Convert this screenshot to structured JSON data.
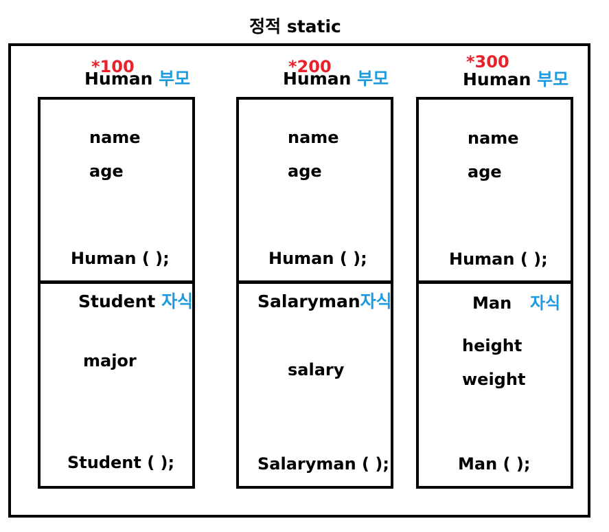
{
  "title": "정적 static",
  "colors": {
    "address": "#e8212a",
    "role": "#1d9be0",
    "line": "#000000"
  },
  "classes": [
    {
      "address": "*100",
      "parent_name": "Human",
      "parent_role": "부모",
      "parent_fields": [
        "name",
        "age"
      ],
      "parent_constructor": "Human ( );",
      "child_name": "Student",
      "child_role": "자식",
      "child_fields": [
        "major"
      ],
      "child_constructor": "Student ( );"
    },
    {
      "address": "*200",
      "parent_name": "Human",
      "parent_role": "부모",
      "parent_fields": [
        "name",
        "age"
      ],
      "parent_constructor": "Human ( );",
      "child_name": "Salaryman",
      "child_role": "자식",
      "child_fields": [
        "salary"
      ],
      "child_constructor": "Salaryman ( );"
    },
    {
      "address": "*300",
      "parent_name": "Human",
      "parent_role": "부모",
      "parent_fields": [
        "name",
        "age"
      ],
      "parent_constructor": "Human ( );",
      "child_name": "Man",
      "child_role": "자식",
      "child_fields": [
        "height",
        "weight"
      ],
      "child_constructor": "Man ( );"
    }
  ]
}
